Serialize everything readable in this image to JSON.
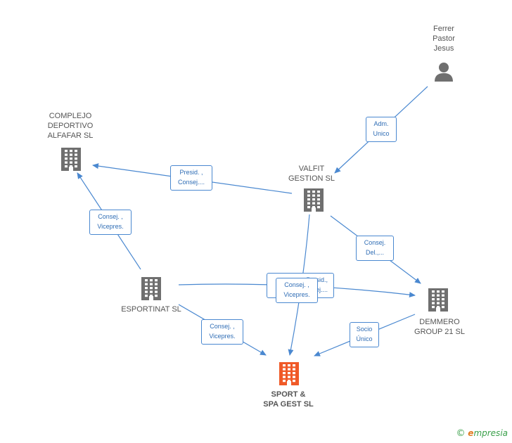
{
  "nodes": {
    "ferrer": {
      "label": "Ferrer\nPastor\nJesus",
      "kind": "person"
    },
    "complejo": {
      "label": "COMPLEJO\nDEPORTIVO\nALFAFAR SL",
      "kind": "company"
    },
    "valfit": {
      "label": "VALFIT\nGESTION  SL",
      "kind": "company"
    },
    "esportinat": {
      "label": "ESPORTINAT  SL",
      "kind": "company"
    },
    "demmero": {
      "label": "DEMMERO\nGROUP 21 SL",
      "kind": "company"
    },
    "sport": {
      "label": "SPORT &\nSPA GEST SL",
      "kind": "company-target"
    }
  },
  "edges": {
    "adm_unico": "Adm.\nUnico",
    "presid": "Presid. ,\nConsej....",
    "consej_vicepres_left": "Consej. ,\nVicepres.",
    "consej_del": "Consej.\nDel.,...",
    "presid_hidden": "Presid.,\nConsej....",
    "consej_vicepres_mid": "Consej. ,\nVicepres.",
    "consej_vicepres_bottom": "Consej. ,\nVicepres.",
    "socio_unico": "Socio\nÚnico"
  },
  "colors": {
    "edge": "#4a88d0",
    "icon": "#6f6f6f",
    "target_icon": "#f05a28"
  },
  "brand": {
    "copyright": "©",
    "e": "e",
    "rest": "mpresia"
  }
}
